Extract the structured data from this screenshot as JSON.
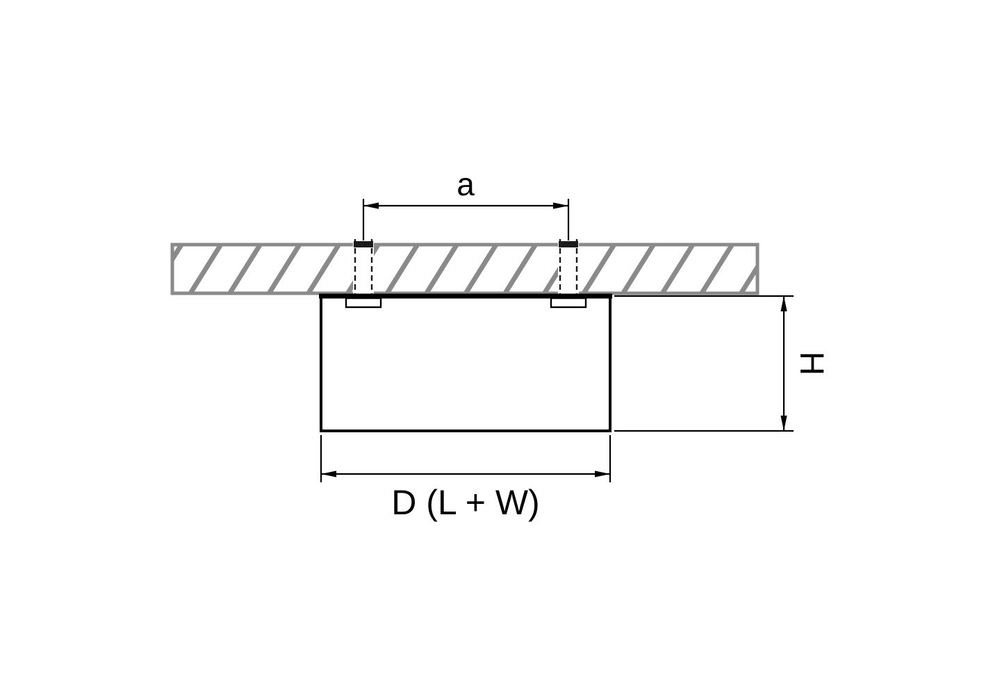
{
  "diagram": {
    "labels": {
      "hole_spacing": "a",
      "height": "H",
      "width": "D (L + W)"
    },
    "colors": {
      "line": "#000000",
      "ceiling": "#8a8a8a",
      "background": "#ffffff"
    }
  }
}
